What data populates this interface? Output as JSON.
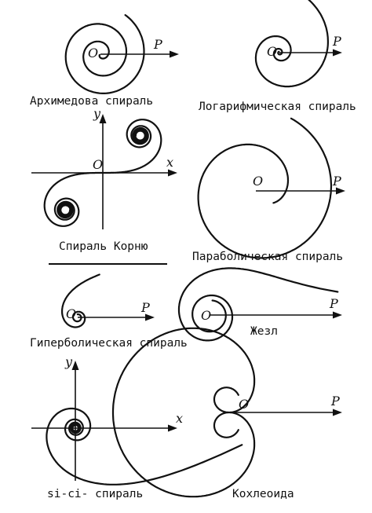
{
  "panels": {
    "archimedes": {
      "caption": "Архимедова спираль",
      "pole": "O",
      "ray": "P"
    },
    "logarithmic": {
      "caption": "Логарифмическая спираль",
      "pole": "O",
      "ray": "P"
    },
    "cornu": {
      "caption": "Спираль Корню",
      "x_axis": "x",
      "y_axis": "y",
      "origin": "O"
    },
    "parabolic": {
      "caption": "Параболическая спираль",
      "pole": "O",
      "ray": "P"
    },
    "hyperbolic": {
      "caption": "Гиперболическая спираль",
      "pole": "O",
      "ray": "P"
    },
    "lituus": {
      "caption": "Жезл",
      "pole": "O",
      "ray": "P"
    },
    "sici": {
      "caption": "si-ci- спираль",
      "x_axis": "x",
      "y_axis": "y"
    },
    "cochleoid": {
      "caption": "Кохлеоида",
      "pole": "O",
      "ray": "P"
    }
  },
  "colors": {
    "ink": "#111111",
    "paper": "#ffffff"
  }
}
